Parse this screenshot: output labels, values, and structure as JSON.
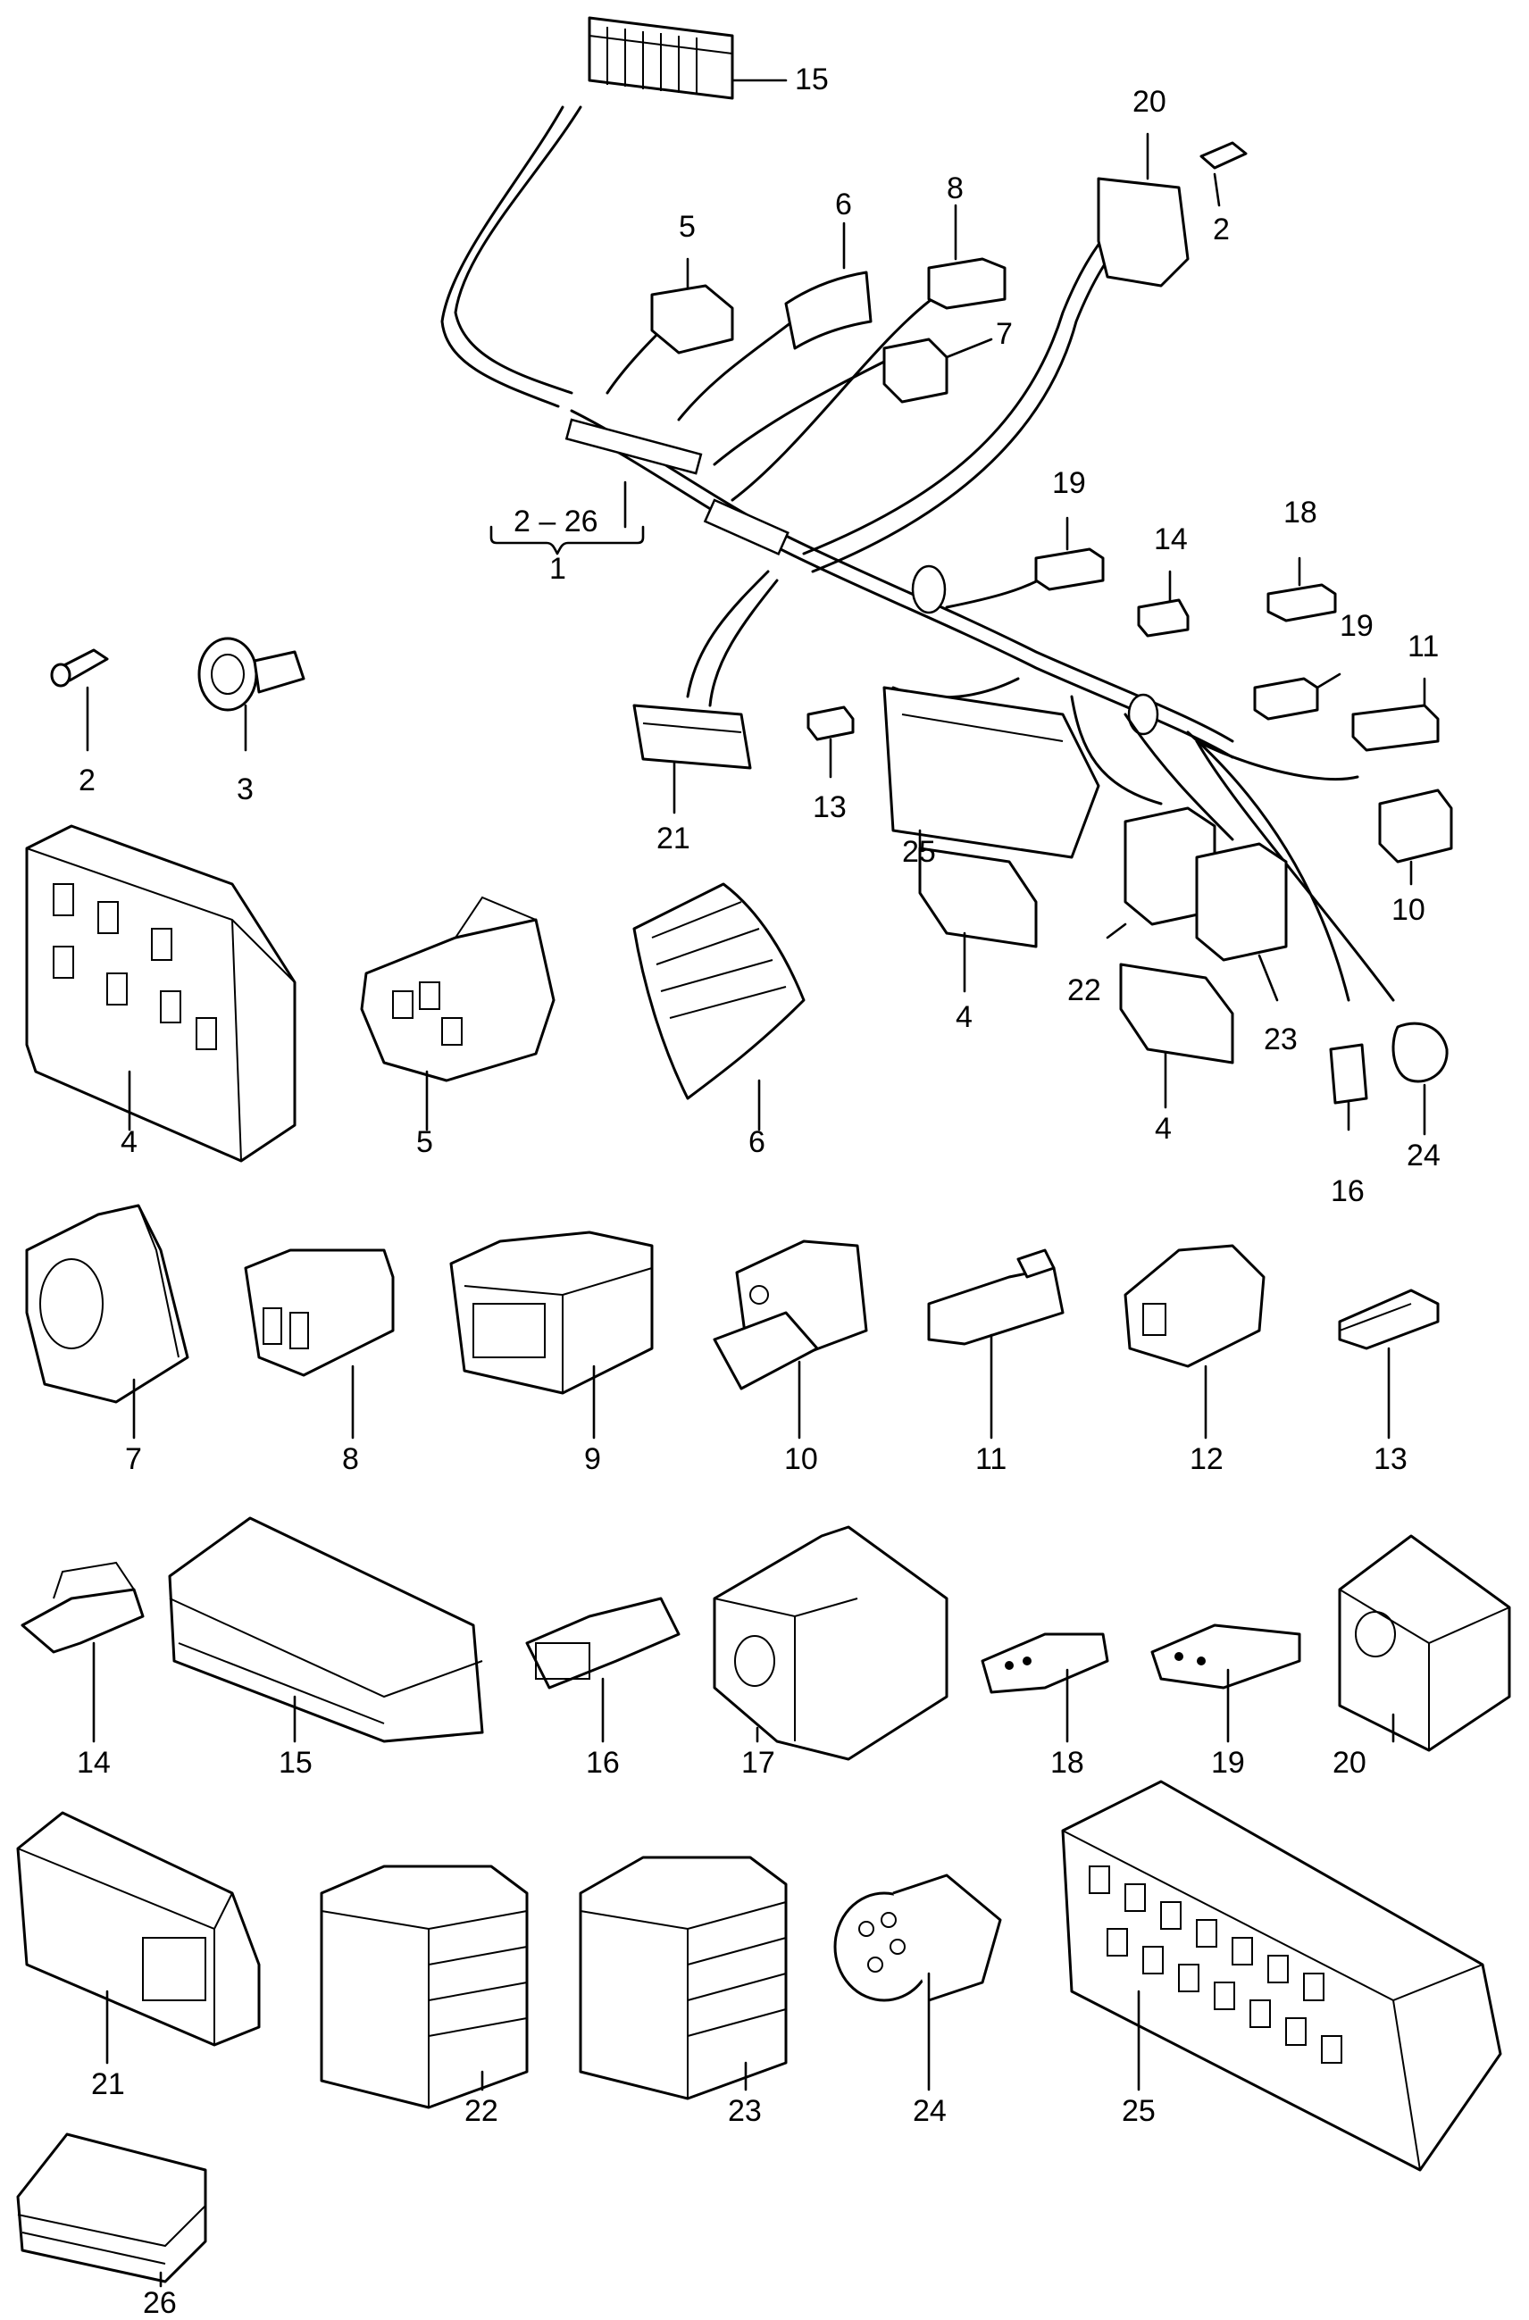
{
  "diagram": {
    "assembly_label": "2 – 26",
    "labels": {
      "p1": "1",
      "p2a": "2",
      "p2b": "2",
      "p3": "3",
      "p4a": "4",
      "p4b": "4",
      "p4c": "4",
      "p5a": "5",
      "p5b": "5",
      "p6a": "6",
      "p6b": "6",
      "p7a": "7",
      "p7b": "7",
      "p8a": "8",
      "p8b": "8",
      "p9": "9",
      "p10a": "10",
      "p10b": "10",
      "p11a": "11",
      "p11b": "11",
      "p12": "12",
      "p13a": "13",
      "p13b": "13",
      "p14a": "14",
      "p14b": "14",
      "p15a": "15",
      "p15b": "15",
      "p16a": "16",
      "p16b": "16",
      "p17": "17",
      "p18a": "18",
      "p18b": "18",
      "p19a": "19",
      "p19b": "19",
      "p19c": "19",
      "p20a": "20",
      "p20b": "20",
      "p21a": "21",
      "p21b": "21",
      "p22a": "22",
      "p22b": "22",
      "p23a": "23",
      "p23b": "23",
      "p24a": "24",
      "p24b": "24",
      "p25a": "25",
      "p25b": "25",
      "p26": "26"
    }
  }
}
